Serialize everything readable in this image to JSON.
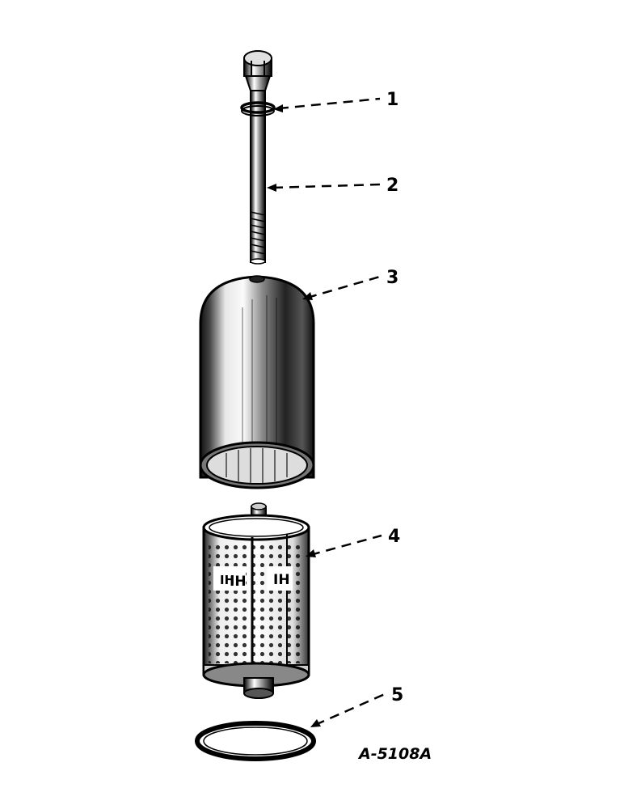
{
  "callouts": [
    {
      "number": "1",
      "part": "bolt-washer"
    },
    {
      "number": "2",
      "part": "center-bolt"
    },
    {
      "number": "3",
      "part": "filter-shell"
    },
    {
      "number": "4",
      "part": "filter-element"
    },
    {
      "number": "5",
      "part": "shell-gasket"
    }
  ],
  "element_marks": [
    "IH",
    "IH",
    "IH"
  ],
  "figure_ref": "A-5108A"
}
